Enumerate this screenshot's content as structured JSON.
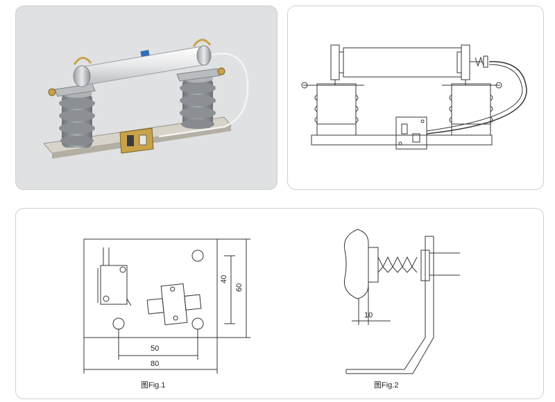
{
  "figure1": {
    "caption": "图Fig.1",
    "dim_height_inner": "40",
    "dim_height_outer": "60",
    "dim_width_inner": "50",
    "dim_width_outer": "80"
  },
  "figure2": {
    "caption": "图Fig.2",
    "dim_offset": "10"
  },
  "colors": {
    "line": "#333333",
    "insulator": "#8f9396",
    "fuse_tube": "#e9eaeb",
    "base_plate": "#c9c6bd",
    "contact_board": "#c9a24a"
  }
}
